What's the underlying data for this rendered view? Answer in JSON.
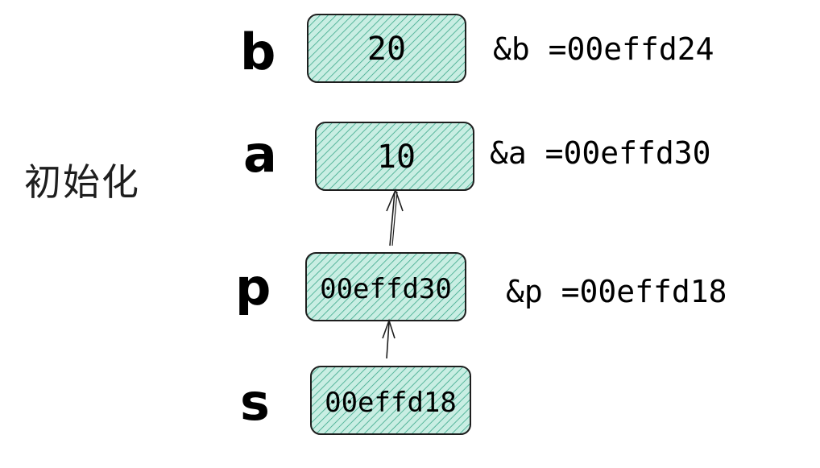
{
  "title": "初始化",
  "colors": {
    "fill": "#a8e0d0",
    "hatch": "#3aa88a",
    "stroke": "#1e1e1e"
  },
  "variables": [
    {
      "name": "b",
      "value": "20",
      "address": "&b =00effd24"
    },
    {
      "name": "a",
      "value": "10",
      "address": "&a =00effd30"
    },
    {
      "name": "p",
      "value": "00effd30",
      "address": "&p =00effd18"
    },
    {
      "name": "s",
      "value": "00effd18",
      "address": ""
    }
  ]
}
